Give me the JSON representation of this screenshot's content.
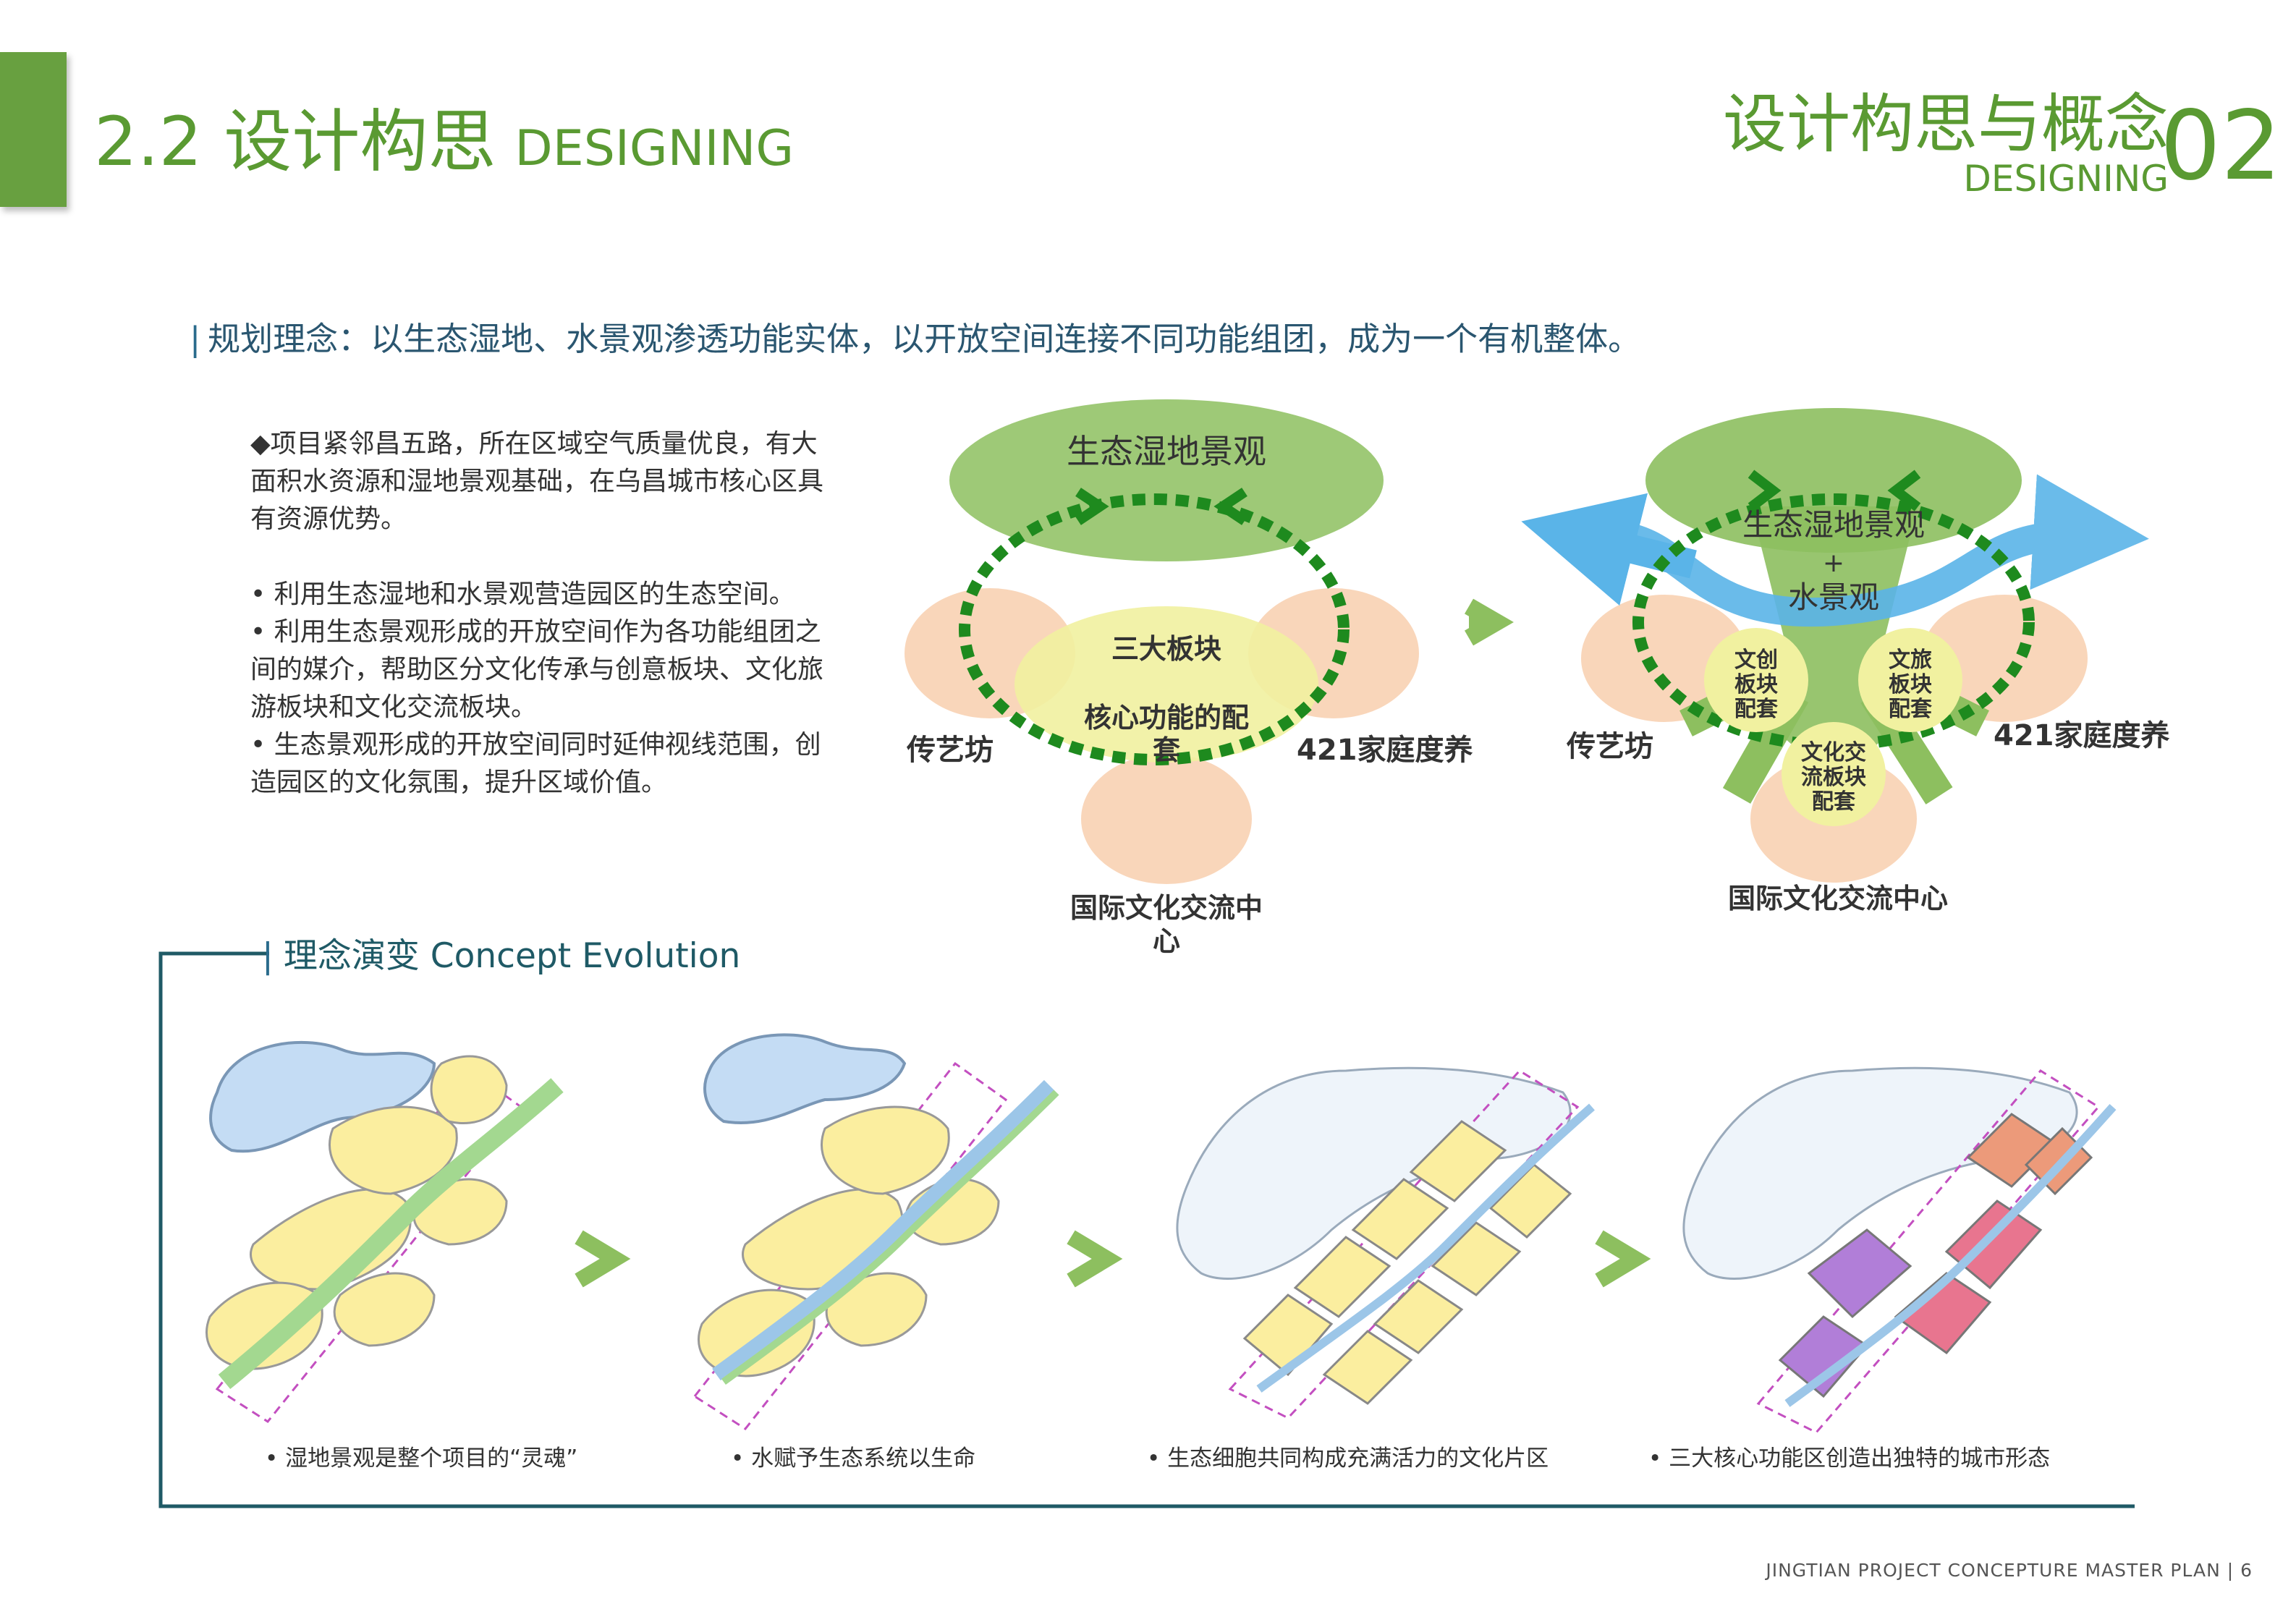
{
  "header": {
    "title_cn": "2.2 设计构思",
    "title_en": "DESIGNING",
    "chapter_cn": "设计构思与概念",
    "chapter_en": "DESIGNING",
    "chapter_num": "02"
  },
  "planning_concept": "规划理念：以生态湿地、水景观渗透功能实体，以开放空间连接不同功能组团，成为一个有机整体。",
  "description": {
    "lead_lines": [
      "◆项目紧邻昌五路，所在区域空气质量优良，有大",
      "面积水资源和湿地景观基础，在乌昌城市核心区具",
      "有资源优势。"
    ],
    "bullet_lines": [
      "• 利用生态湿地和水景观营造园区的生态空间。",
      "• 利用生态景观形成的开放空间作为各功能组团之",
      "间的媒介，帮助区分文化传承与创意板块、文化旅",
      "游板块和文化交流板块。",
      "• 生态景观形成的开放空间同时延伸视线范围，创",
      "造园区的文化氛围，提升区域价值。"
    ]
  },
  "diagram_left": {
    "top": "生态湿地景观",
    "center_1": "三大板块",
    "center_2": "核心功能的配",
    "center_3": "套",
    "left": "传艺坊",
    "right": "421家庭度养",
    "bottom_1": "国际文化交流中",
    "bottom_2": "心"
  },
  "diagram_right": {
    "top_1": "生态湿地景观",
    "top_2": "+",
    "top_3": "水景观",
    "block_a": [
      "文创",
      "板块",
      "配套"
    ],
    "block_b": [
      "文旅",
      "板块",
      "配套"
    ],
    "block_c": [
      "文化交",
      "流板块",
      "配套"
    ],
    "left": "传艺坊",
    "right": "421家庭度养",
    "bottom": "国际文化交流中心"
  },
  "evolution": {
    "title": "理念演变  Concept Evolution",
    "captions": [
      "•   湿地景观是整个项目的“灵魂”",
      "•   水赋予生态系统以生命",
      "•   生态细胞共同构成充满活力的文化片区",
      "•   三大核心功能区创造出独特的城市形态"
    ]
  },
  "footer": "JINGTIAN PROJECT CONCEPTURE MASTER PLAN | 6",
  "colors": {
    "brand_green": "#5a9a32",
    "accent_green": "#68a040",
    "wetland_green": "#8dbf5f",
    "peach": "#f8cfae",
    "yellow": "#f1f1a0",
    "water_blue": "#5ab4e8",
    "dark_teal": "#1f5a66"
  }
}
